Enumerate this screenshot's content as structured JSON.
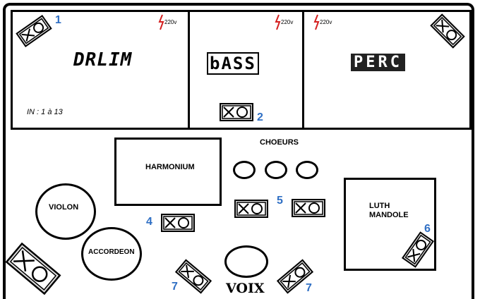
{
  "colors": {
    "number": "#2f6fc4",
    "power": "#d42020",
    "line": "#000000"
  },
  "power_label": "220v",
  "zones": {
    "drum": {
      "title": "DRLIM",
      "note": "IN : 1 à 13"
    },
    "bass": {
      "title": "bASS"
    },
    "perc": {
      "title": "PERC"
    },
    "harmonium": "HARMONIUM",
    "choeurs": "CHOEURS",
    "luth": [
      "LUTH",
      "MANDOLE"
    ],
    "violon": "VIOLON",
    "accordeon": "ACCORDEON",
    "voix": "VOIX"
  },
  "monitor_numbers": [
    "1",
    "2",
    "4",
    "5",
    "6",
    "7",
    "7"
  ],
  "icons": [
    "power-outlet-icon",
    "monitor-wedge-icon"
  ]
}
